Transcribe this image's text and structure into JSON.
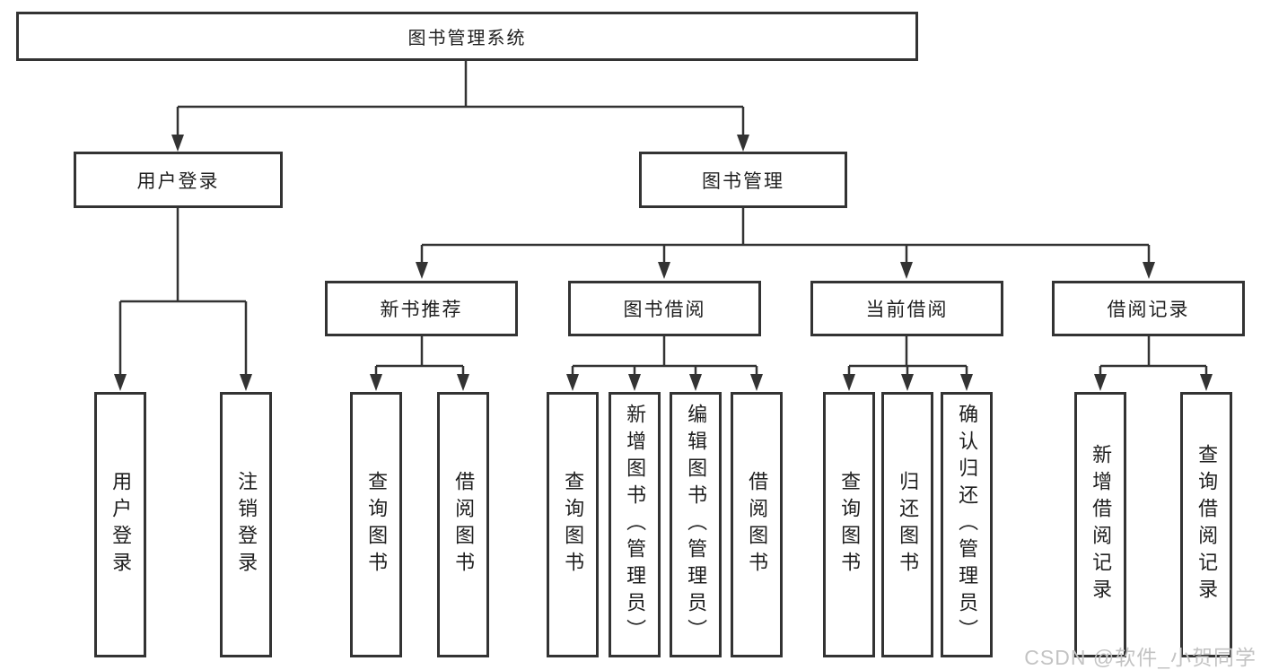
{
  "watermark": "CSDN @软件_小贺同学",
  "colors": {
    "line": "#333333",
    "text": "#1f1f1f",
    "watermark": "#c3c3c3",
    "background": "#ffffff"
  },
  "tree": {
    "root": {
      "label": "图书管理系统"
    },
    "branches": [
      {
        "label": "用户登录",
        "children": [
          {
            "label": "用户登录"
          },
          {
            "label": "注销登录"
          }
        ]
      },
      {
        "label": "图书管理",
        "children": [
          {
            "label": "新书推荐",
            "children": [
              {
                "label": "查询图书"
              },
              {
                "label": "借阅图书"
              }
            ]
          },
          {
            "label": "图书借阅",
            "children": [
              {
                "label": "查询图书"
              },
              {
                "label": "新增图书（管理员）"
              },
              {
                "label": "编辑图书（管理员）"
              },
              {
                "label": "借阅图书"
              }
            ]
          },
          {
            "label": "当前借阅",
            "children": [
              {
                "label": "查询图书"
              },
              {
                "label": "归还图书"
              },
              {
                "label": "确认归还（管理员）"
              }
            ]
          },
          {
            "label": "借阅记录",
            "children": [
              {
                "label": "新增借阅记录"
              },
              {
                "label": "查询借阅记录"
              }
            ]
          }
        ]
      }
    ]
  }
}
